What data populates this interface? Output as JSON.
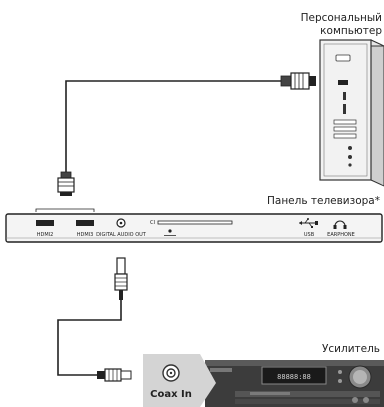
{
  "pc": {
    "label_line1": "Персональный",
    "label_line2": "компьютер"
  },
  "tv": {
    "label": "Панель телевизора*",
    "ports": {
      "hdmi2": "HDMI2",
      "hdmi3": "HDMI3",
      "digital_audio_out": "DIGITAL AUDIO OUT",
      "ci": "CI",
      "usb": "USB",
      "earphone": "EARPHONE"
    }
  },
  "amplifier": {
    "label": "Усилитель",
    "display_text": "88888:88",
    "coax_label": "Coax In"
  }
}
